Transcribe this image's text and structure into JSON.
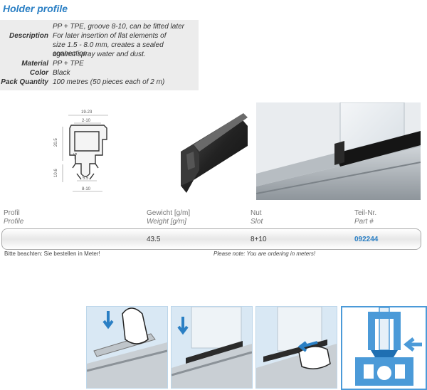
{
  "header": {
    "title": "Holder profile"
  },
  "specs": [
    {
      "label": "",
      "value": "PP + TPE, groove 8-10, can be fitted later"
    },
    {
      "label": "Description",
      "value": "For later insertion of flat elements of"
    },
    {
      "label": "",
      "value": "size 1.5 - 8.0 mm, creates a sealed connection"
    },
    {
      "label": "",
      "value": "against spray water and dust."
    },
    {
      "label": "Material",
      "value": "PP + TPE"
    },
    {
      "label": "Color",
      "value": "Black"
    },
    {
      "label": "Pack Quantity",
      "value": "100 metres (50 pieces each of 2 m)"
    }
  ],
  "drawing": {
    "dims": [
      "19-23",
      "2-10",
      "20.5",
      "5",
      "10.6",
      "5.5",
      "8-10"
    ]
  },
  "table": {
    "headers": [
      {
        "de": "Profil",
        "en": "Profile"
      },
      {
        "de": "Gewicht [g/m]",
        "en": "Weight [g/m]"
      },
      {
        "de": "Nut",
        "en": "Slot"
      },
      {
        "de": "Teil-Nr.",
        "en": "Part #"
      }
    ],
    "row": {
      "weight": "43.5",
      "slot": "8+10",
      "part": "092244"
    }
  },
  "notes": {
    "de": "Bitte beachten: Sie bestellen in Meter!",
    "en": "Please note: You are ordering in meters!"
  },
  "colors": {
    "accent": "#2a7fc4",
    "step_bg": "#d9e8f4"
  }
}
